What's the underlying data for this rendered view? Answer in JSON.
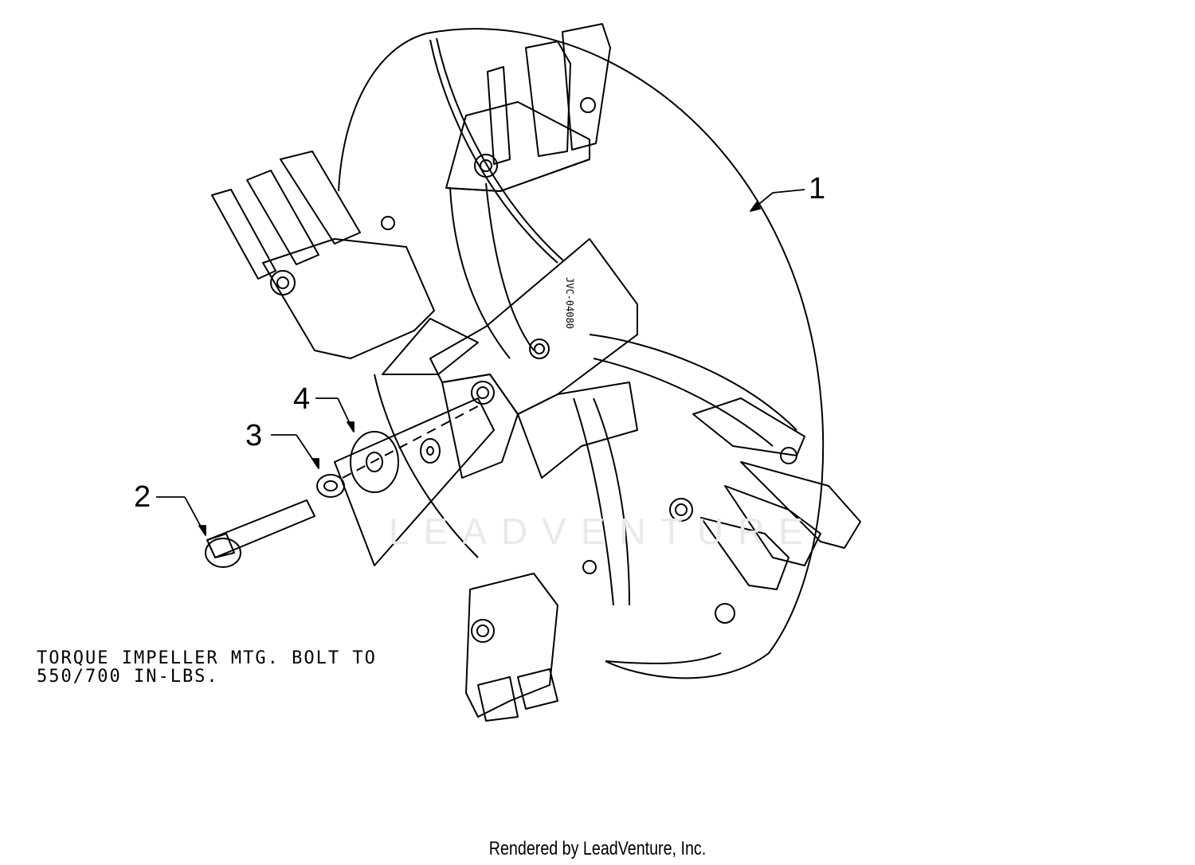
{
  "callouts": [
    {
      "label": "1"
    },
    {
      "label": "2"
    },
    {
      "label": "3"
    },
    {
      "label": "4"
    }
  ],
  "part_code": "JVC-04080",
  "note": {
    "line1": "TORQUE IMPELLER MTG. BOLT TO",
    "line2": "550/700 IN-LBS."
  },
  "watermark": "LEADVENTURE",
  "footer": "Rendered by LeadVenture, Inc.",
  "colors": {
    "line": "#000000",
    "watermark": "#e9e9e9",
    "background": "#ffffff"
  }
}
